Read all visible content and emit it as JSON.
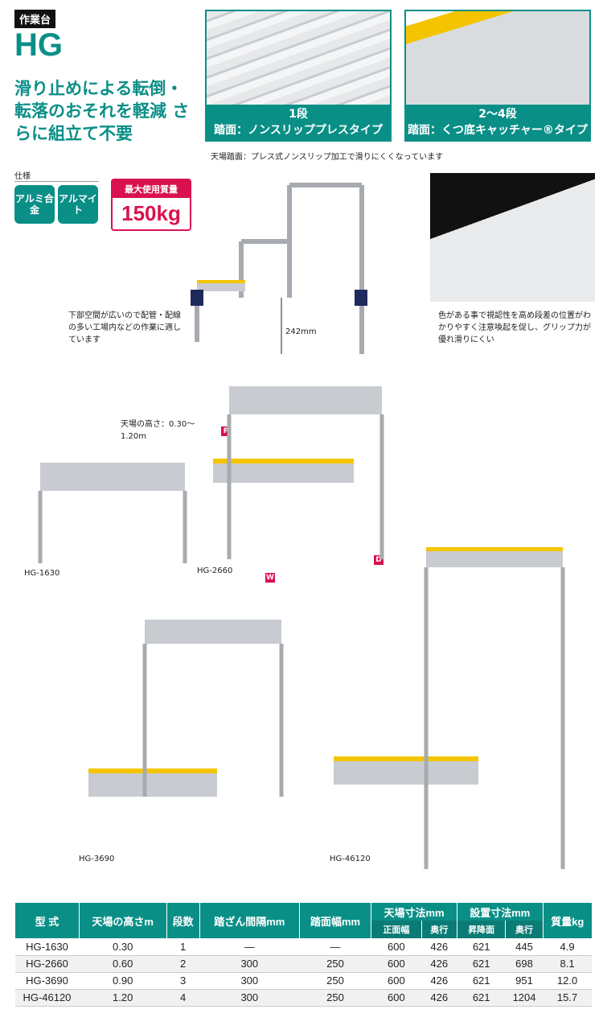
{
  "header": {
    "tag": "作業台",
    "model": "HG",
    "headline": "滑り止めによる転倒・転落のおそれを軽減 さらに組立て不要"
  },
  "specs": {
    "label": "仕様",
    "badge1": "アルミ合金",
    "badge2": "アルマイト",
    "load_title": "最大使用質量",
    "load_value": "150kg"
  },
  "photos": {
    "left_caption": [
      "1段",
      "踏面：ノンスリッププレスタイプ"
    ],
    "right_caption": [
      "2〜4段",
      "踏面：くつ底キャッチャー®タイプ"
    ],
    "note": "天場踏面：プレス式ノンスリップ加工で滑りにくくなっています"
  },
  "features": {
    "space_note": "下部空間が広いので配管・配線の多い工場内などの作業に適しています",
    "dim_242": "242mm",
    "color_note": "色がある事で視認性を高め段差の位置がわかりやすく注意喚起を促し、グリップ力が優れ滑りにくい",
    "height_note": "天場の高さ：0.30〜1.20m",
    "p": "P",
    "w": "W",
    "d": "D"
  },
  "models": {
    "m1": "HG-1630",
    "m2": "HG-2660",
    "m3": "HG-3690",
    "m4": "HG-46120"
  },
  "table": {
    "h_model": "型 式",
    "h_height": "天場の高さm",
    "h_steps": "段数",
    "h_pitch": "踏ざん間隔mm",
    "h_width": "踏面幅mm",
    "h_top": "天場寸法mm",
    "h_top_w": "正面幅",
    "h_top_d": "奥行",
    "h_inst": "設置寸法mm",
    "h_inst_w": "昇降面",
    "h_inst_d": "奥行",
    "h_mass": "質量kg",
    "rows": [
      [
        "HG-1630",
        "0.30",
        "1",
        "—",
        "—",
        "600",
        "426",
        "621",
        "445",
        "4.9"
      ],
      [
        "HG-2660",
        "0.60",
        "2",
        "300",
        "250",
        "600",
        "426",
        "621",
        "698",
        "8.1"
      ],
      [
        "HG-3690",
        "0.90",
        "3",
        "300",
        "250",
        "600",
        "426",
        "621",
        "951",
        "12.0"
      ],
      [
        "HG-46120",
        "1.20",
        "4",
        "300",
        "250",
        "600",
        "426",
        "621",
        "1204",
        "15.7"
      ]
    ]
  },
  "colors": {
    "teal": "#0a8f87",
    "magenta": "#d9124f",
    "yellow": "#f5c400"
  }
}
